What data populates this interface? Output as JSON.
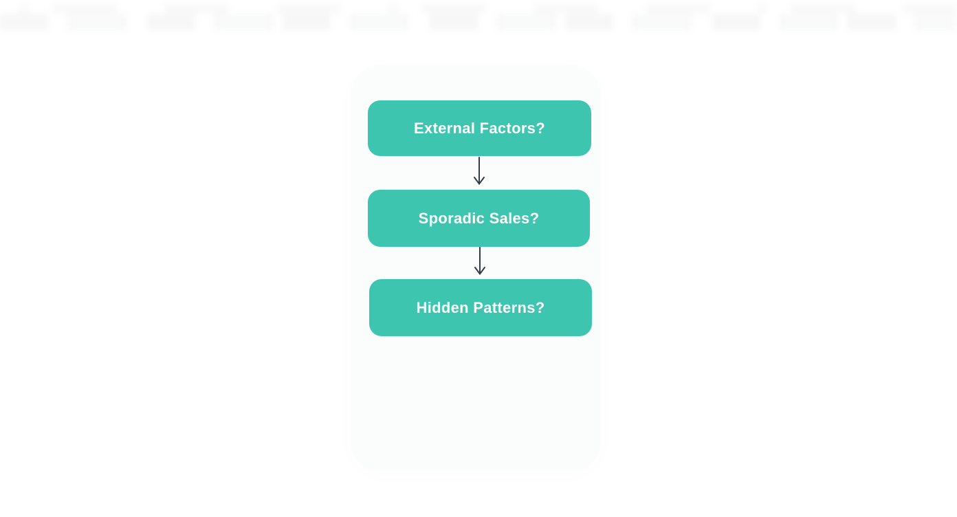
{
  "diagram": {
    "type": "flowchart",
    "direction": "top-down",
    "nodes": [
      {
        "id": "external-factors",
        "label": "External Factors?"
      },
      {
        "id": "sporadic-sales",
        "label": "Sporadic Sales?"
      },
      {
        "id": "hidden-patterns",
        "label": "Hidden Patterns?"
      }
    ],
    "edges": [
      {
        "from": "external-factors",
        "to": "sporadic-sales",
        "icon": "down-arrow-icon"
      },
      {
        "from": "sporadic-sales",
        "to": "hidden-patterns",
        "icon": "down-arrow-icon"
      }
    ]
  },
  "colors": {
    "node_bg": "#3dc5af",
    "node_text": "#ffffff",
    "arrow": "#333b49",
    "card_bg": "#fbfcfc",
    "page_bg": "#ffffff"
  }
}
